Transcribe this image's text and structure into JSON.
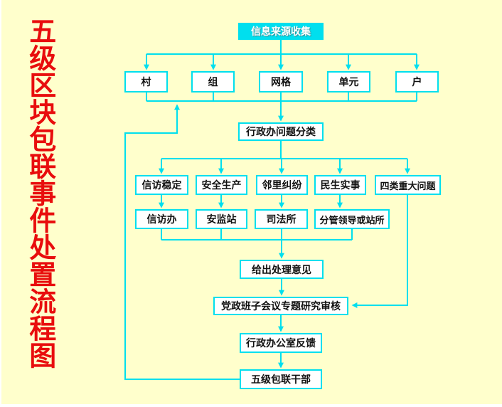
{
  "title": {
    "text": "五级区块包联事件处置流程图"
  },
  "colors": {
    "background": "#FFFFCC",
    "line": "#00DFEE",
    "node_border": "#00DFEE",
    "node_fill": "#FFFFFF",
    "source_fill": "#00DFEE",
    "title_red": "#E80D0D",
    "node_text": "#111111"
  },
  "flow": {
    "source": "信息来源收集",
    "levels": [
      "村",
      "组",
      "网格",
      "单元",
      "户"
    ],
    "classify": "行政办问题分类",
    "categories": [
      "信访稳定",
      "安全生产",
      "邻里纠纷",
      "民生实事",
      "四类重大问题"
    ],
    "handlers": [
      "信访办",
      "安监站",
      "司法所",
      "分管领导或站所"
    ],
    "opinion": "给出处理意见",
    "review": "党政班子会议专题研究审核",
    "feedback": "行政办公室反馈",
    "cadres": "五级包联干部"
  }
}
